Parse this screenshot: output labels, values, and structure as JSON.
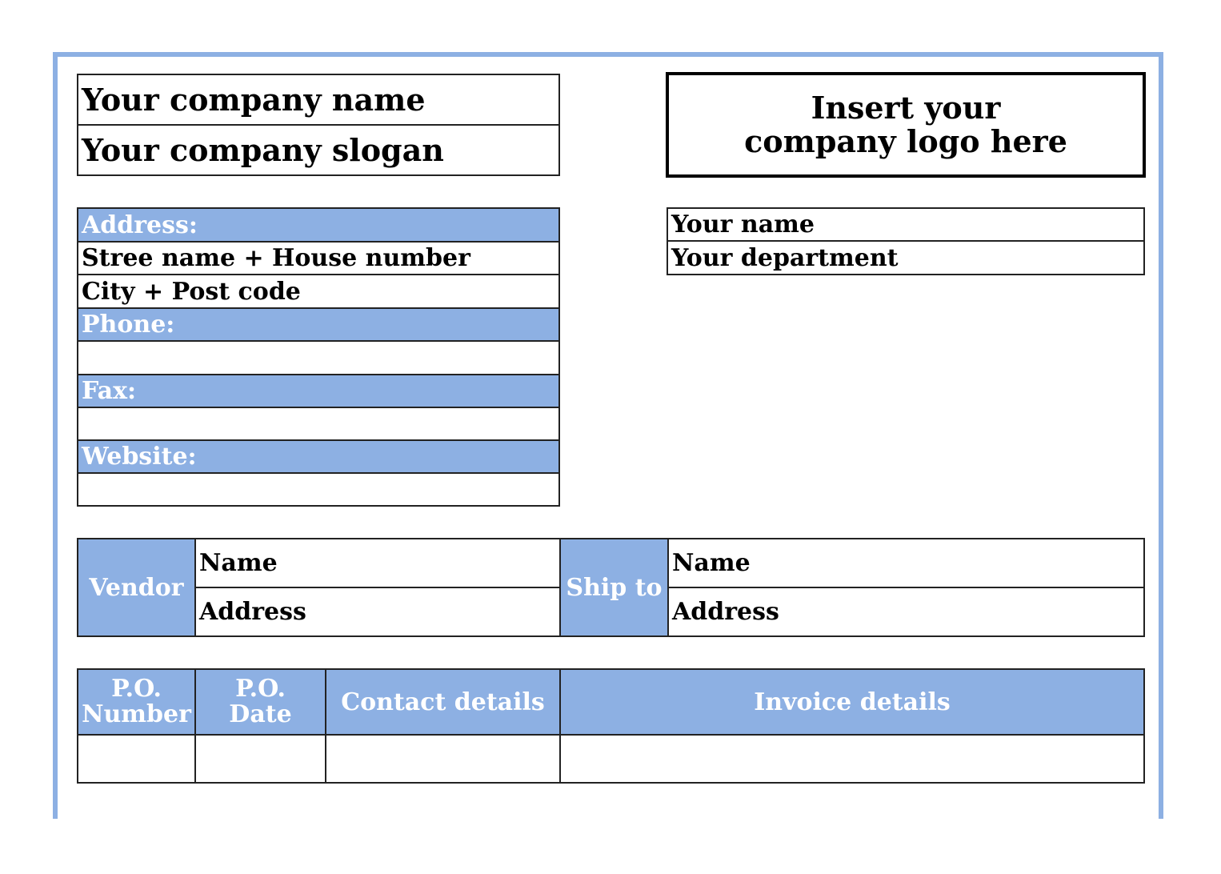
{
  "company": {
    "name": "Your company name",
    "slogan": "Your company slogan"
  },
  "logo": {
    "line1": "Insert your",
    "line2": "company logo here"
  },
  "person": {
    "name": "Your name",
    "department": "Your department"
  },
  "contact": {
    "address_label": "Address:",
    "street": "Stree name + House number",
    "city": "City + Post code",
    "phone_label": "Phone:",
    "phone_value": "",
    "fax_label": "Fax:",
    "fax_value": "",
    "website_label": "Website:",
    "website_value": ""
  },
  "vendor": {
    "label": "Vendor",
    "name_label": "Name",
    "address_label": "Address"
  },
  "ship_to": {
    "label": "Ship to",
    "name_label": "Name",
    "address_label": "Address"
  },
  "po_table": {
    "headers": [
      {
        "line1": "P.O.",
        "line2": "Number"
      },
      {
        "line1": "P.O.",
        "line2": "Date"
      },
      {
        "line1": "Contact details",
        "line2": ""
      },
      {
        "line1": "Invoice details",
        "line2": ""
      }
    ],
    "row": [
      "",
      "",
      "",
      ""
    ]
  },
  "colors": {
    "accent": "#8db0e3",
    "border": "#222222"
  }
}
